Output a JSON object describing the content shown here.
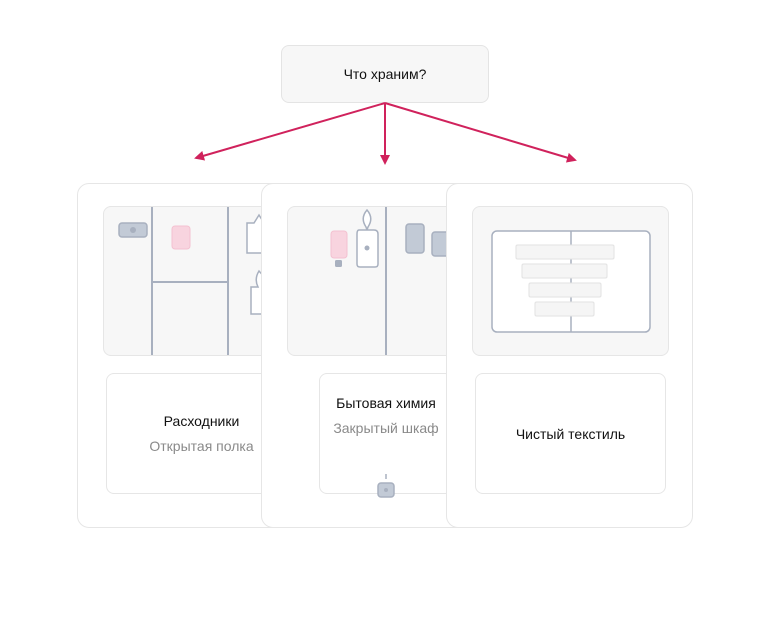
{
  "root": {
    "label": "Что храним?"
  },
  "colors": {
    "arrow": "#d0225c",
    "outline": "#a8b0bf",
    "fill_grey": "#c2cad6",
    "fill_pink": "#f8d4df",
    "border": "#e6e6e6",
    "panel": "#f7f7f7"
  },
  "cards": [
    {
      "title": "Расходники",
      "subtitle": "Открытая полка"
    },
    {
      "title": "Бытовая химия",
      "subtitle": "Закрытый шкаф"
    },
    {
      "title": "Чистый текстиль",
      "subtitle": ""
    }
  ]
}
